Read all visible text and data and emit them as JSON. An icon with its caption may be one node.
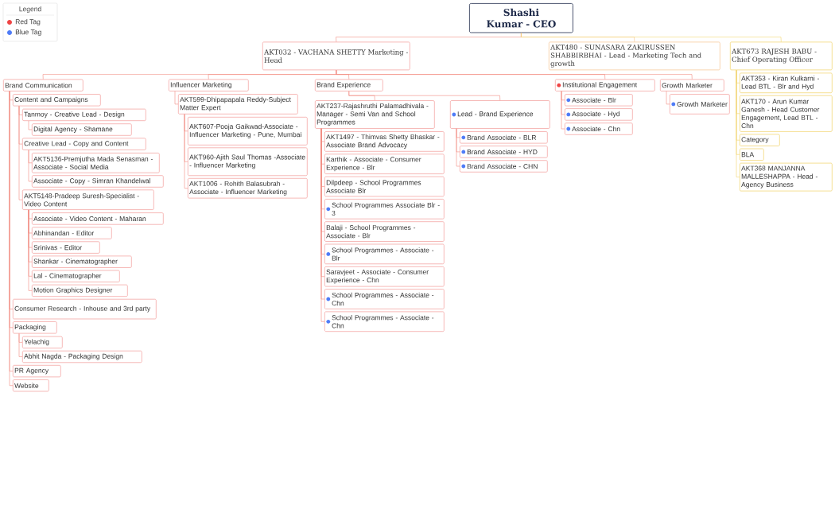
{
  "diagram": {
    "nodes": [
      {
        "text": [
          "Shashi Kumar - CEO"
        ]
      },
      {
        "text": [
          "AKT032 - VACHANA SHETTY Marketing - Head"
        ]
      },
      {
        "text": [
          "AKT480 - SUNASARA ZAKIRUSSEN SHABBIRBHAI - Lead - Marketing Tech and growth"
        ]
      },
      {
        "text": [
          "AKT673 RAJESH BABU - Chief Operating Officer"
        ]
      },
      {
        "text": [
          "Brand Communication"
        ]
      },
      {
        "text": [
          "Content and Campaigns"
        ]
      },
      {
        "text": [
          "Tanmoy - Creative Lead - Design"
        ]
      },
      {
        "text": [
          "Digital Agency - Shamane"
        ]
      },
      {
        "text": [
          "Creative Lead - Copy and Content"
        ]
      },
      {
        "text": [
          "AKT5136-Premjutha Mada Senasman - Associate - Social Media"
        ]
      },
      {
        "text": [
          "Associate - Copy - Simran Khandelwal"
        ]
      },
      {
        "text": [
          "AKT5148-Pradeep Suresh-Specialist - Video Content"
        ]
      },
      {
        "text": [
          "Associate - Video Content - Maharan"
        ]
      },
      {
        "text": [
          "Abhinandan - Editor"
        ]
      },
      {
        "text": [
          "Srinivas - Editor"
        ]
      },
      {
        "text": [
          "Shankar - Cinematographer"
        ]
      },
      {
        "text": [
          "Lal - Cinematographer"
        ]
      },
      {
        "text": [
          "Motion Graphics Designer"
        ]
      },
      {
        "text": [
          "Consumer Research - Inhouse and 3rd party"
        ]
      },
      {
        "text": [
          "Packaging"
        ]
      },
      {
        "text": [
          "Yelachig"
        ]
      },
      {
        "text": [
          "Abhit Nagda - Packaging Design"
        ]
      },
      {
        "text": [
          "PR Agency"
        ]
      },
      {
        "text": [
          "Website"
        ]
      },
      {
        "text": [
          "Influencer Marketing"
        ]
      },
      {
        "text": [
          "AKT599-Dhipapapala Reddy-Subject Matter Expert"
        ]
      },
      {
        "text": [
          "AKT607-Pooja Gaikwad-Associate - Influencer Marketing - Pune, Mumbai"
        ]
      },
      {
        "text": [
          "AKT960-Ajith Saul Thomas -Associate - Influencer Marketing"
        ]
      },
      {
        "text": [
          "AKT1006 - Rohith Balasubrah - Associate - Influencer Marketing"
        ]
      },
      {
        "text": [
          "Brand Experience"
        ]
      },
      {
        "text": [
          "AKT237-Rajashruthi Palamadhivala - Manager - Semi Van and School Programmes"
        ]
      },
      {
        "text": [
          "AKT1497 - Thimvas Shetty Bhaskar - Associate Brand Advocacy"
        ]
      },
      {
        "text": [
          "Karthik - Associate - Consumer Experience - Blr"
        ]
      },
      {
        "text": [
          "Dilpdeep - School Programmes Associate Blr"
        ]
      },
      {
        "text": [
          "School Programmes Associate Blr - 3"
        ]
      },
      {
        "text": [
          "Balaji - School Programmes - Associate - Blr"
        ]
      },
      {
        "text": [
          "School Programmes - Associate - Blr"
        ]
      },
      {
        "text": [
          "Saravjeet - Associate - Consumer Experience - Chn"
        ]
      },
      {
        "text": [
          "School Programmes - Associate - Chn"
        ]
      },
      {
        "text": [
          "School Programmes - Associate - Chn"
        ]
      },
      {
        "text": [
          "Lead - Brand Experience"
        ]
      },
      {
        "text": [
          "Brand Associate - BLR"
        ]
      },
      {
        "text": [
          "Brand Associate - HYD"
        ]
      },
      {
        "text": [
          "Brand Associate - CHN"
        ]
      },
      {
        "text": [
          "Institutional Engagement"
        ]
      },
      {
        "text": [
          "Associate - Blr"
        ]
      },
      {
        "text": [
          "Associate - Hyd"
        ]
      },
      {
        "text": [
          "Associate - Chn"
        ]
      },
      {
        "text": [
          "Growth Marketer"
        ]
      },
      {
        "text": [
          "Growth Marketer"
        ]
      },
      {
        "text": [
          "AKT353 - Kiran Kulkarni - Lead BTL - Blr and Hyd"
        ]
      },
      {
        "text": [
          "AKT170 - Arun Kumar Ganesh - Head Customer Engagement, Lead BTL - Chn"
        ]
      },
      {
        "text": [
          "Category"
        ]
      },
      {
        "text": [
          "BLA"
        ]
      },
      {
        "text": [
          "AKT368 MANJANNA MALLESHAPPA - Head - Agency Business"
        ]
      }
    ],
    "edges": [
      {
        "from": 0,
        "to": 1,
        "arrow": "none"
      },
      {
        "from": 0,
        "to": 2,
        "arrow": "none",
        "color": "#f5c48f"
      },
      {
        "from": 0,
        "to": 3,
        "arrow": "none",
        "color": "#f2d56b"
      },
      {
        "from": 1,
        "to": 4,
        "arrow": "none"
      },
      {
        "from": 1,
        "to": 24,
        "arrow": "none"
      },
      {
        "from": 1,
        "to": 29,
        "arrow": "none"
      },
      {
        "from": 1,
        "to": 44,
        "arrow": "none"
      },
      {
        "from": 1,
        "to": 48,
        "arrow": "none"
      },
      {
        "from": 4,
        "to": 5,
        "arrow": "none"
      },
      {
        "from": 5,
        "to": 6,
        "arrow": "none"
      },
      {
        "from": 6,
        "to": 7,
        "arrow": "none"
      },
      {
        "from": 5,
        "to": 8,
        "arrow": "none"
      },
      {
        "from": 8,
        "to": 9,
        "arrow": "none"
      },
      {
        "from": 8,
        "to": 10,
        "arrow": "none"
      },
      {
        "from": 5,
        "to": 11,
        "arrow": "none"
      },
      {
        "from": 11,
        "to": 12,
        "arrow": "none"
      },
      {
        "from": 11,
        "to": 13,
        "arrow": "none"
      },
      {
        "from": 11,
        "to": 14,
        "arrow": "none"
      },
      {
        "from": 11,
        "to": 15,
        "arrow": "none"
      },
      {
        "from": 11,
        "to": 16,
        "arrow": "none"
      },
      {
        "from": 11,
        "to": 17,
        "arrow": "none"
      },
      {
        "from": 4,
        "to": 18,
        "arrow": "none"
      },
      {
        "from": 4,
        "to": 19,
        "arrow": "none"
      },
      {
        "from": 19,
        "to": 20,
        "arrow": "none"
      },
      {
        "from": 19,
        "to": 21,
        "arrow": "none"
      },
      {
        "from": 4,
        "to": 22,
        "arrow": "none"
      },
      {
        "from": 4,
        "to": 23,
        "arrow": "none"
      },
      {
        "from": 24,
        "to": 25,
        "arrow": "none"
      },
      {
        "from": 25,
        "to": 26,
        "arrow": "none"
      },
      {
        "from": 25,
        "to": 27,
        "arrow": "none"
      },
      {
        "from": 25,
        "to": 28,
        "arrow": "none"
      },
      {
        "from": 29,
        "to": 30,
        "arrow": "none"
      },
      {
        "from": 30,
        "to": 31,
        "arrow": "none"
      },
      {
        "from": 30,
        "to": 32,
        "arrow": "none"
      },
      {
        "from": 30,
        "to": 33,
        "arrow": "none"
      },
      {
        "from": 30,
        "to": 34,
        "arrow": "none"
      },
      {
        "from": 30,
        "to": 35,
        "arrow": "none"
      },
      {
        "from": 30,
        "to": 36,
        "arrow": "none"
      },
      {
        "from": 30,
        "to": 37,
        "arrow": "none"
      },
      {
        "from": 30,
        "to": 38,
        "arrow": "none"
      },
      {
        "from": 30,
        "to": 39,
        "arrow": "none"
      },
      {
        "from": 29,
        "to": 40,
        "arrow": "none"
      },
      {
        "from": 40,
        "to": 41,
        "arrow": "none"
      },
      {
        "from": 40,
        "to": 42,
        "arrow": "none"
      },
      {
        "from": 40,
        "to": 43,
        "arrow": "none"
      },
      {
        "from": 44,
        "to": 45,
        "arrow": "none"
      },
      {
        "from": 44,
        "to": 46,
        "arrow": "none"
      },
      {
        "from": 44,
        "to": 47,
        "arrow": "none"
      },
      {
        "from": 48,
        "to": 49,
        "arrow": "none"
      },
      {
        "from": 3,
        "to": 50,
        "arrow": "none",
        "color": "#f2d56b"
      },
      {
        "from": 3,
        "to": 51,
        "arrow": "none",
        "color": "#f2d56b"
      },
      {
        "from": 3,
        "to": 52,
        "arrow": "none",
        "color": "#f2d56b"
      },
      {
        "from": 3,
        "to": 53,
        "arrow": "none",
        "color": "#f2d56b"
      },
      {
        "from": 3,
        "to": 54,
        "arrow": "none",
        "color": "#f2d56b"
      }
    ],
    "labels": [
      "Legend"
    ],
    "legend": [
      {
        "text": "Red Tag",
        "color": "#ef4444"
      },
      {
        "text": "Blue Tag",
        "color": "#4f7cf7"
      }
    ]
  }
}
